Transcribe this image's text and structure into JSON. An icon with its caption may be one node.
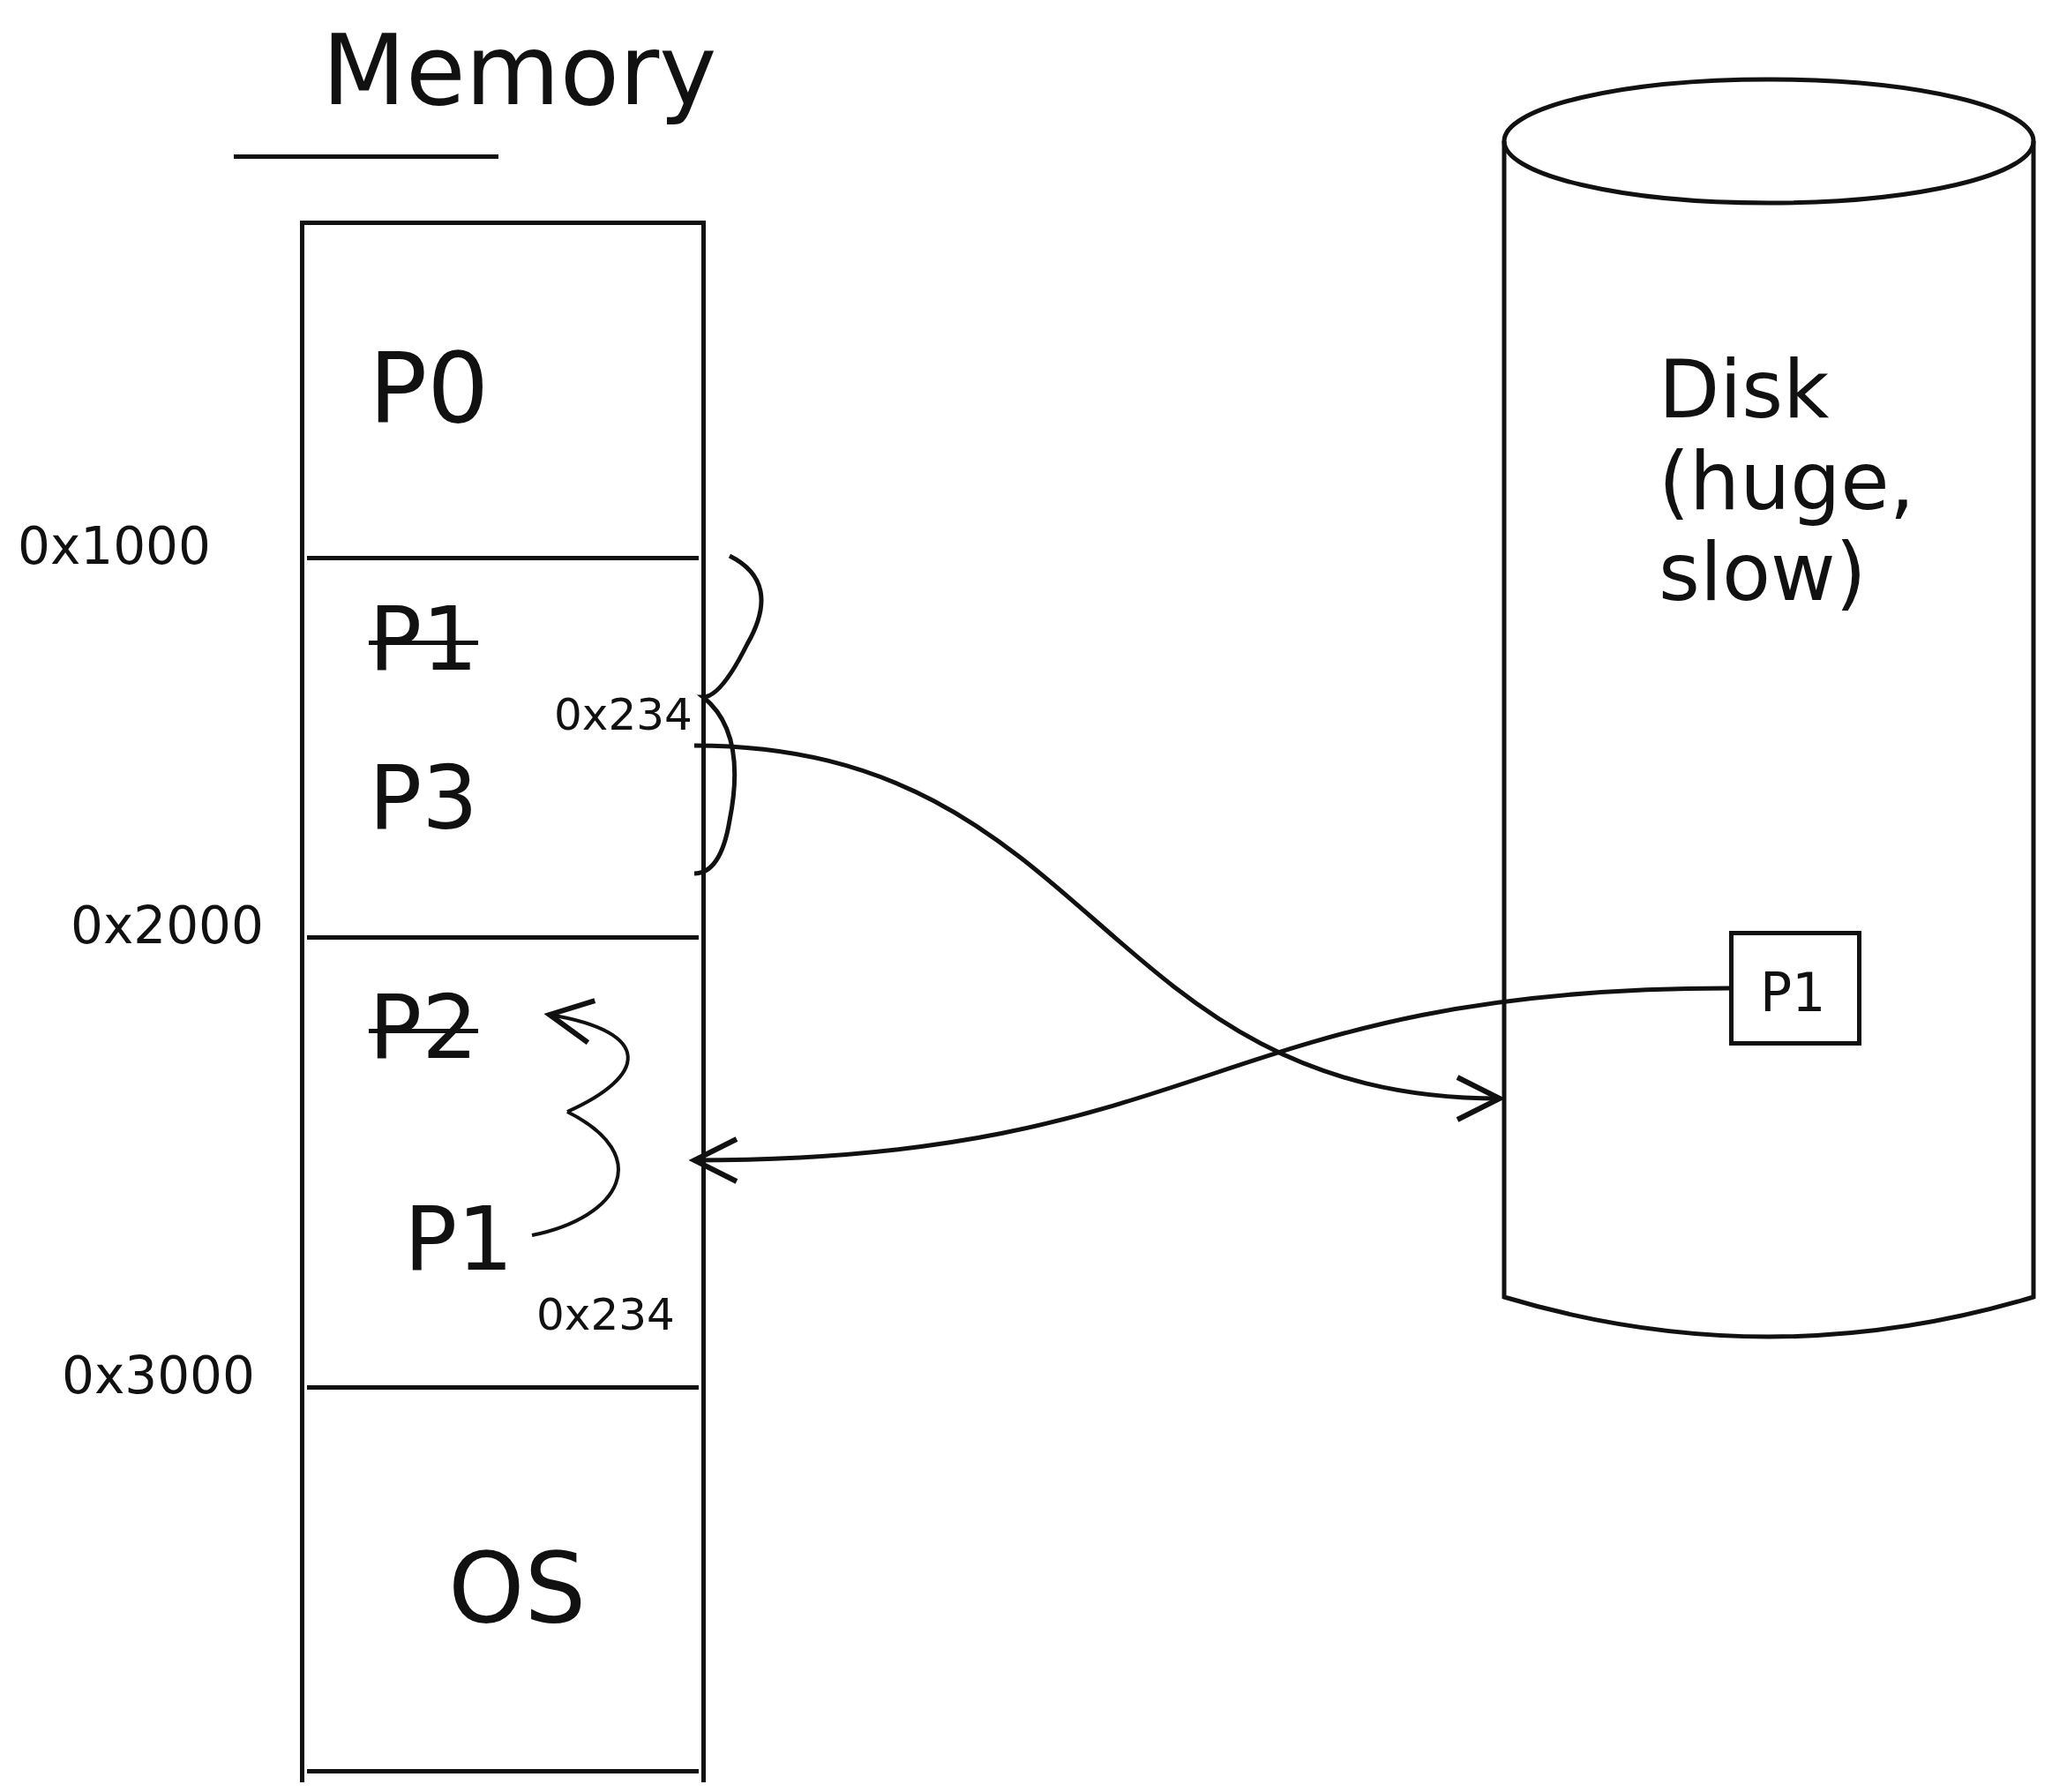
{
  "diagram": {
    "nodes": [
      {
        "text": [
          "Memory"
        ]
      },
      {
        "text": [
          "P0"
        ],
        "in": 0
      },
      {
        "text": [
          "P1",
          "0x234",
          "P3"
        ],
        "in": 0
      },
      {
        "text": [
          "P2",
          "P1",
          "0x234"
        ],
        "in": 0
      },
      {
        "text": [
          "OS"
        ],
        "in": 0
      },
      {
        "text": [
          "Disk (huge, slow)"
        ]
      },
      {
        "text": [
          "P1"
        ],
        "in": 5
      }
    ],
    "edges": [
      {
        "from": 2,
        "to": 5,
        "arrow": "to"
      },
      {
        "from": 6,
        "to": 3,
        "arrow": "to"
      }
    ],
    "labels": [
      "0x1000",
      "0x2000",
      "0x3000"
    ]
  }
}
